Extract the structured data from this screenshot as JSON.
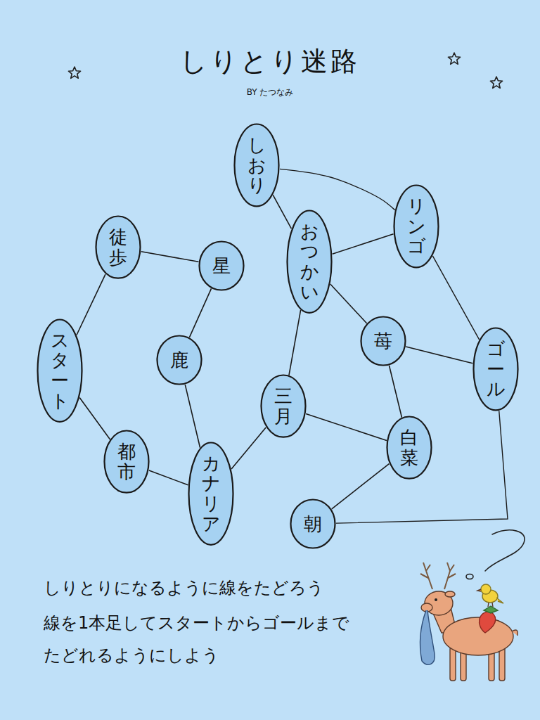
{
  "diagram": {
    "title": "しりとり迷路",
    "nodes": [
      {
        "text": [
          "しおり"
        ]
      },
      {
        "text": [
          "徒歩"
        ]
      },
      {
        "text": [
          "星"
        ]
      },
      {
        "text": [
          "おつかい"
        ]
      },
      {
        "text": [
          "リンゴ"
        ]
      },
      {
        "text": [
          "スタート"
        ]
      },
      {
        "text": [
          "鹿"
        ]
      },
      {
        "text": [
          "苺"
        ]
      },
      {
        "text": [
          "ゴール"
        ]
      },
      {
        "text": [
          "三月"
        ]
      },
      {
        "text": [
          "都市"
        ]
      },
      {
        "text": [
          "カナリア"
        ]
      },
      {
        "text": [
          "白菜"
        ]
      },
      {
        "text": [
          "朝"
        ]
      }
    ],
    "edges": [
      {
        "from": 5,
        "to": 1,
        "arrow": "none"
      },
      {
        "from": 1,
        "to": 2,
        "arrow": "none"
      },
      {
        "from": 2,
        "to": 6,
        "arrow": "none"
      },
      {
        "from": 6,
        "to": 11,
        "arrow": "none"
      },
      {
        "from": 5,
        "to": 10,
        "arrow": "none"
      },
      {
        "from": 10,
        "to": 11,
        "arrow": "none"
      },
      {
        "from": 11,
        "to": 9,
        "arrow": "none"
      },
      {
        "from": 9,
        "to": 3,
        "arrow": "none"
      },
      {
        "from": 9,
        "to": 12,
        "arrow": "none"
      },
      {
        "from": 0,
        "to": 3,
        "arrow": "none"
      },
      {
        "from": 3,
        "to": 4,
        "arrow": "none"
      },
      {
        "from": 3,
        "to": 7,
        "arrow": "none"
      },
      {
        "from": 7,
        "to": 8,
        "arrow": "none"
      },
      {
        "from": 7,
        "to": 12,
        "arrow": "none"
      },
      {
        "from": 12,
        "to": 13,
        "arrow": "none"
      },
      {
        "from": 0,
        "to": 4,
        "arrow": "none"
      },
      {
        "from": 4,
        "to": 8,
        "arrow": "none"
      },
      {
        "from": 8,
        "to": 13,
        "arrow": "none"
      }
    ],
    "labels": [
      "BY たつなみ",
      "しりとりになるように線をたどろう",
      "線を1本足してスタートからゴールまで たどれるようにしよう"
    ]
  }
}
